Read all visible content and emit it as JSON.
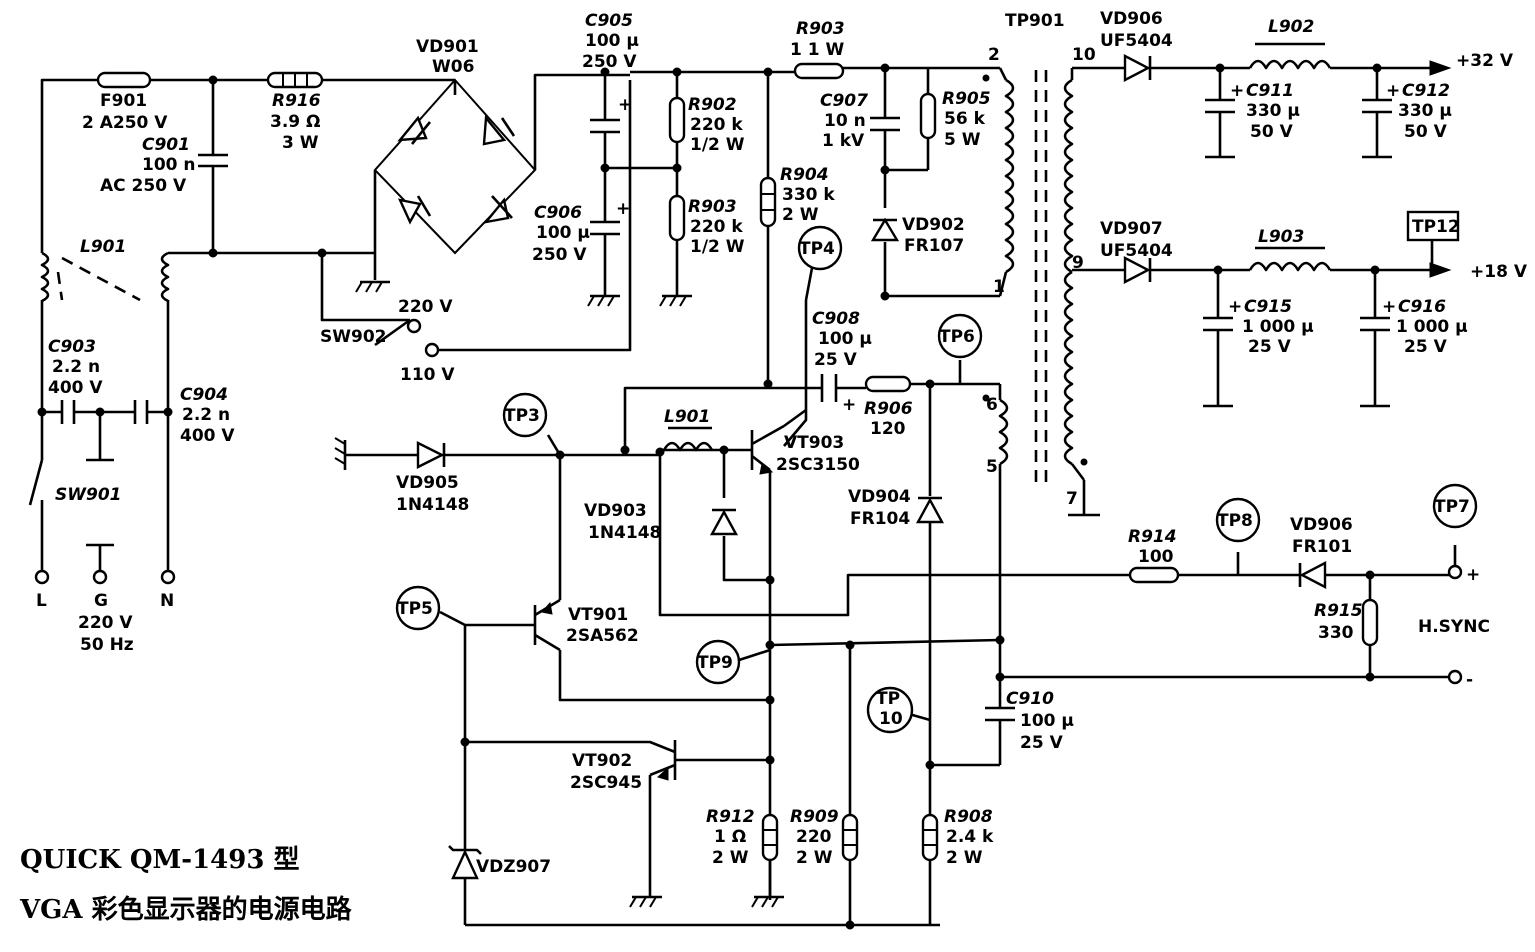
{
  "caption": {
    "line1": "QUICK QM-1493 型",
    "line2": "VGA 彩色显示器的电源电路"
  },
  "components": {
    "F901": {
      "ref": "F901",
      "value": "2 A250 V"
    },
    "R916": {
      "ref": "R916",
      "value": "3.9 Ω",
      "rating": "3 W"
    },
    "C901": {
      "ref": "C901",
      "value": "100 n",
      "rating": "AC 250 V"
    },
    "VD901": {
      "ref": "VD901",
      "value": "W06"
    },
    "C905": {
      "ref": "C905",
      "value": "100 μ",
      "rating": "250 V"
    },
    "C906": {
      "ref": "C906",
      "value": "100 μ",
      "rating": "250 V"
    },
    "R902": {
      "ref": "R902",
      "value": "220 k",
      "rating": "1/2 W"
    },
    "R903b": {
      "ref": "R903",
      "value": "220 k",
      "rating": "1/2 W"
    },
    "R903a": {
      "ref": "R903",
      "value": "1  1 W"
    },
    "R904": {
      "ref": "R904",
      "value": "330 k",
      "rating": "2  W"
    },
    "C907": {
      "ref": "C907",
      "value": "10 n",
      "rating": "1 kV"
    },
    "R905": {
      "ref": "R905",
      "value": "56 k",
      "rating": "5 W"
    },
    "VD902": {
      "ref": "VD902",
      "value": "FR107"
    },
    "TP901": {
      "ref": "TP901"
    },
    "VD906a": {
      "ref": "VD906",
      "value": "UF5404"
    },
    "L902": {
      "ref": "L902"
    },
    "C911": {
      "ref": "C911",
      "value": "330 μ",
      "rating": "50 V"
    },
    "C912": {
      "ref": "C912",
      "value": "330 μ",
      "rating": "50 V"
    },
    "VD907": {
      "ref": "VD907",
      "value": "UF5404"
    },
    "L903": {
      "ref": "L903"
    },
    "C915": {
      "ref": "C915",
      "value": "1 000 μ",
      "rating": "25 V"
    },
    "C916": {
      "ref": "C916",
      "value": "1 000 μ",
      "rating": "25 V"
    },
    "L901a": {
      "ref": "L901"
    },
    "C903": {
      "ref": "C903",
      "value": "2.2 n",
      "rating": "400 V"
    },
    "C904": {
      "ref": "C904",
      "value": "2.2 n",
      "rating": "400 V"
    },
    "SW901": {
      "ref": "SW901"
    },
    "SW902": {
      "ref": "SW902"
    },
    "C908": {
      "ref": "C908",
      "value": "100 μ",
      "rating": "25 V"
    },
    "R906": {
      "ref": "R906",
      "value": "120"
    },
    "L901b": {
      "ref": "L901"
    },
    "VT903": {
      "ref": "VT903",
      "value": "2SC3150"
    },
    "VD905": {
      "ref": "VD905",
      "value": "1N4148"
    },
    "VD903": {
      "ref": "VD903",
      "value": "1N4148"
    },
    "VD904": {
      "ref": "VD904",
      "value": "FR104"
    },
    "VT901": {
      "ref": "VT901",
      "value": "2SA562"
    },
    "VT902": {
      "ref": "VT902",
      "value": "2SC945"
    },
    "R914": {
      "ref": "R914",
      "value": "100"
    },
    "VD906b": {
      "ref": "VD906",
      "value": "FR101"
    },
    "R915": {
      "ref": "R915",
      "value": "330"
    },
    "C910": {
      "ref": "C910",
      "value": "100 μ",
      "rating": "25 V"
    },
    "R912": {
      "ref": "R912",
      "value": "1 Ω",
      "rating": "2 W"
    },
    "R909": {
      "ref": "R909",
      "value": "220",
      "rating": "2 W"
    },
    "R908": {
      "ref": "R908",
      "value": "2.4 k",
      "rating": "2 W"
    },
    "VDZ907": {
      "ref": "VDZ907"
    }
  },
  "testpoints": {
    "TP3": "TP3",
    "TP4": "TP4",
    "TP5": "TP5",
    "TP6": "TP6",
    "TP7": "TP7",
    "TP8": "TP8",
    "TP9": "TP9",
    "TP10a": "TP",
    "TP10b": "10",
    "TP12": "TP12"
  },
  "labels": {
    "out32": "+32 V",
    "out18": "+18 V",
    "v220": "220 V",
    "v110": "110 V",
    "hsync": "H.SYNC",
    "plus": "+",
    "minus": "-",
    "L": "L",
    "G": "G",
    "N": "N",
    "mains_v": "220 V",
    "mains_f": "50 Hz",
    "pin10": "10",
    "pin9": "9",
    "pin7": "7",
    "pin2": "2",
    "pin1": "1",
    "pin6": "6",
    "pin5": "5"
  }
}
